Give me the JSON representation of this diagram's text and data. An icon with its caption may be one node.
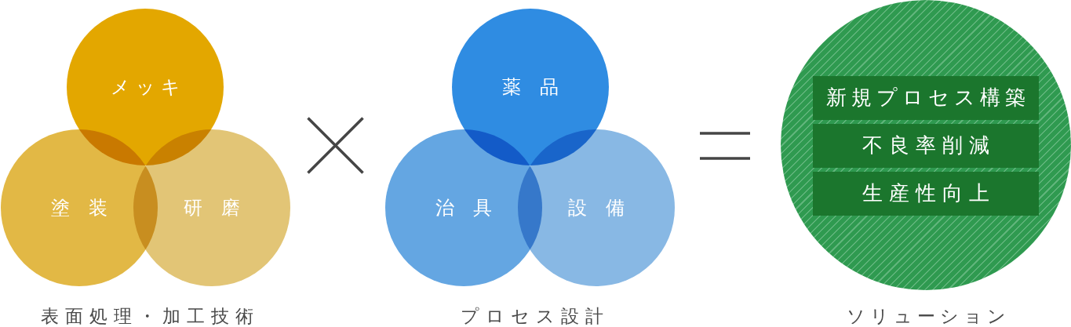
{
  "diagram": {
    "nodes": [
      {
        "text": [
          "メッキ"
        ]
      },
      {
        "text": [
          "塗装"
        ]
      },
      {
        "text": [
          "研磨"
        ]
      },
      {
        "text": [
          "薬品"
        ]
      },
      {
        "text": [
          "治具"
        ]
      },
      {
        "text": [
          "設備"
        ]
      },
      {
        "text": [],
        "shape": "circle",
        "beside": [
          "ソリューション"
        ]
      },
      {
        "text": [
          "新規プロセス構築"
        ],
        "in": 6
      },
      {
        "text": [
          "不良率削減"
        ],
        "in": 6
      },
      {
        "text": [
          "生産性向上"
        ],
        "in": 6
      }
    ],
    "labels": [
      "表面処理・加工技術",
      "プロセス設計"
    ]
  }
}
